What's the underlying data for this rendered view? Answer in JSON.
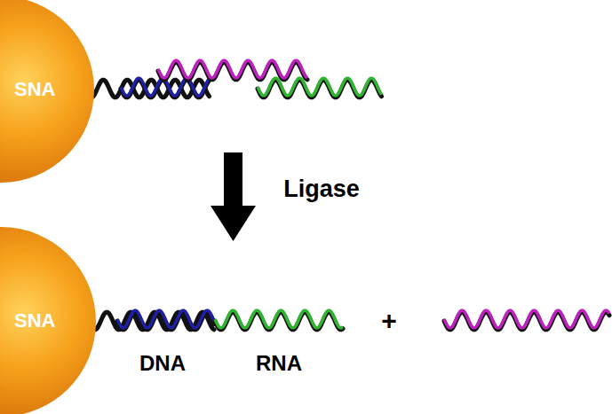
{
  "diagram": {
    "nodes": [
      {
        "text": [
          "SNA"
        ]
      },
      {
        "text": [
          "SNA"
        ]
      }
    ],
    "labels": [
      "Ligase",
      "DNA",
      "RNA",
      "+"
    ]
  }
}
